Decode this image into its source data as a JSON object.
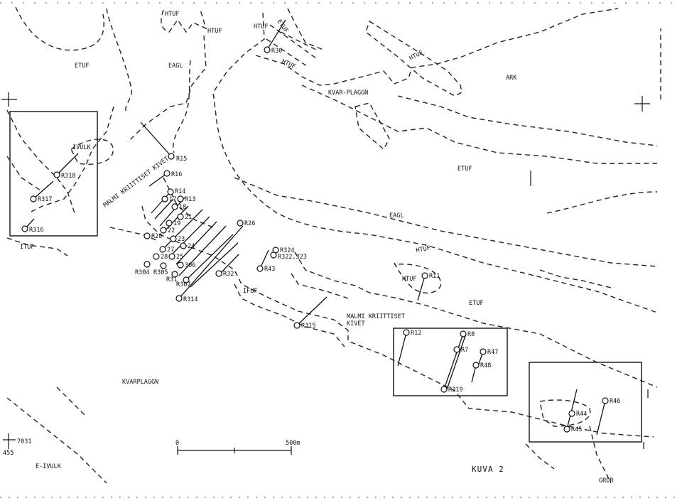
{
  "title": "KUVA 2",
  "units": {
    "ETUF": "ETUF",
    "EAGL": "EAGL",
    "HTUF": "HTUF",
    "ITUF": "ITUF",
    "IFUF": "IFUF",
    "IVULK": "IVULK",
    "ARK": "ARK",
    "KVAR_PLAGGN": "KVAR-PLAGGN",
    "KVARPLAGGN": "KVARPLAGGN",
    "GRDR": "GRDR",
    "E_IVULK": "E-IVULK"
  },
  "annotations": {
    "malmi_road": "MALMI KRIITTISET KIVET",
    "malmi_line1": "MALMI KRIITTISET",
    "malmi_line2": "KIVET"
  },
  "coordinates": {
    "northing": "7031",
    "easting": "455"
  },
  "scale_bar": {
    "start": "0",
    "end": "500m"
  },
  "drillholes": [
    "R15",
    "R16",
    "R14",
    "17",
    "R13",
    "18",
    "21",
    "19",
    "22",
    "R20",
    "23",
    "24",
    "R26",
    "27",
    "28",
    "25",
    "306",
    "R304",
    "R305",
    "R31",
    "R307",
    "R32",
    "R314",
    "R324",
    "R322,323",
    "R43",
    "R315",
    "R318",
    "R317",
    "R316",
    "R30",
    "R11",
    "R12",
    "R8",
    "R7",
    "R47",
    "R48",
    "R319",
    "R44",
    "R45",
    "R46"
  ]
}
